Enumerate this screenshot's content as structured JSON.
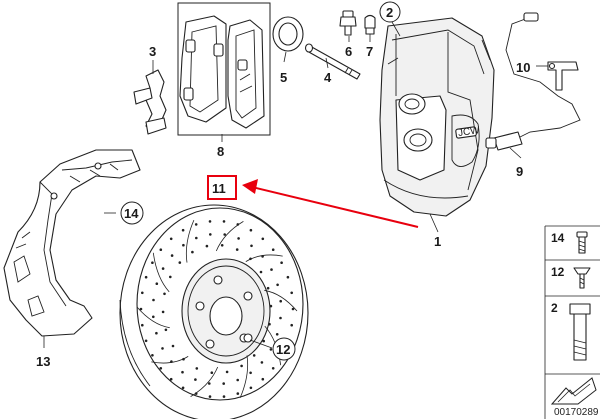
{
  "colors": {
    "highlight": "#e8000e",
    "ink": "#222222",
    "background": "#ffffff"
  },
  "callouts": {
    "c1": "1",
    "c2": "2",
    "c3": "3",
    "c4": "4",
    "c5": "5",
    "c6": "6",
    "c7": "7",
    "c8": "8",
    "c9": "9",
    "c10": "10",
    "c11": "11",
    "c12": "12",
    "c13": "13",
    "c14": "14"
  },
  "legend": {
    "l14": "14",
    "l12": "12",
    "l2": "2"
  },
  "diagram_code": "00170289",
  "brand_mark": "JCW"
}
